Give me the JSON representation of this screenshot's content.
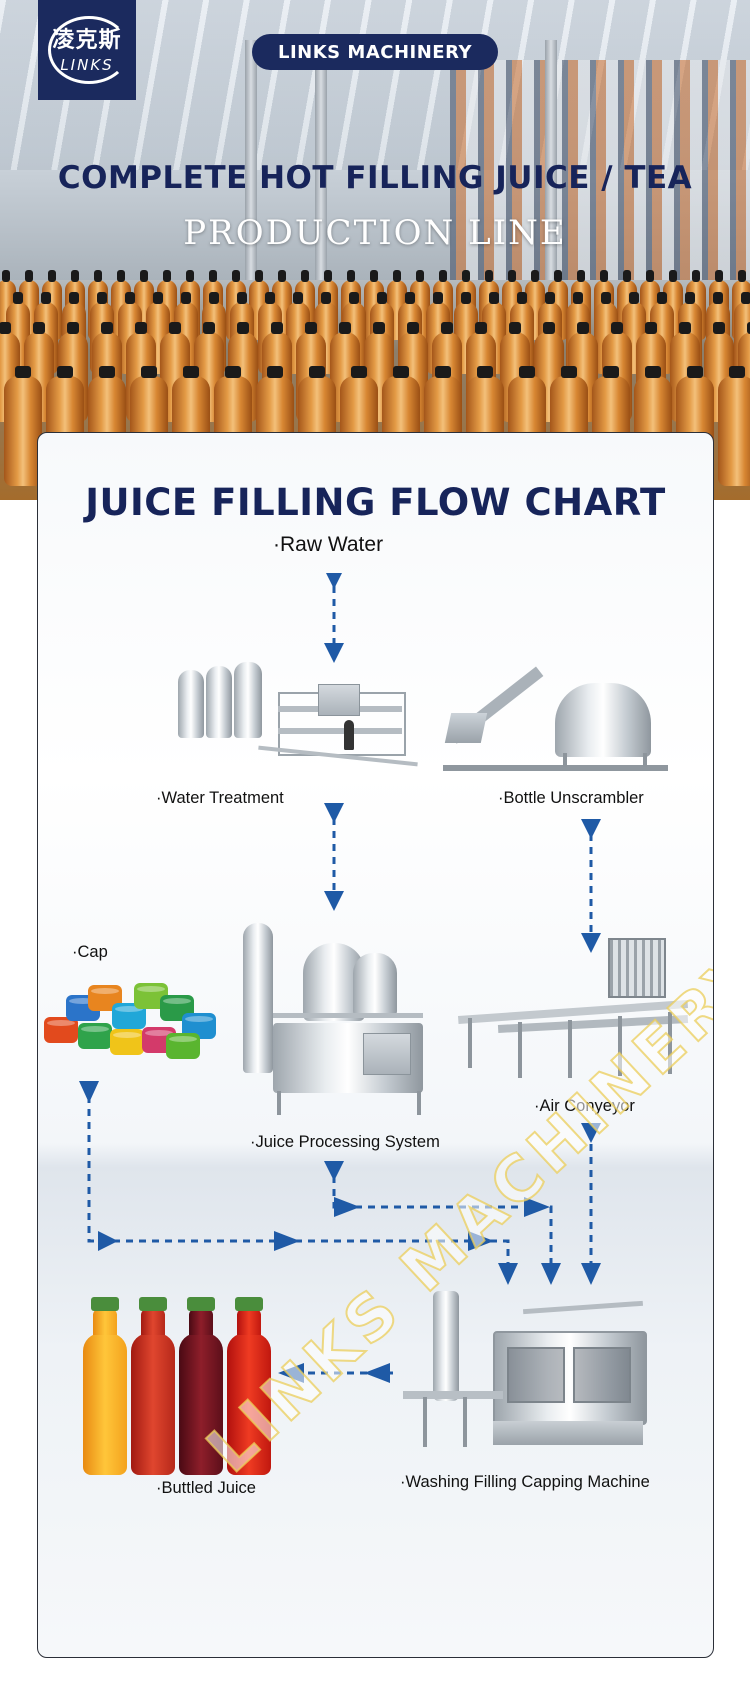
{
  "brand": {
    "logo_cn": "凌克斯",
    "logo_en": "LINKS",
    "pill_label": "LINKS MACHINERY"
  },
  "hero": {
    "title": "COMPLETE HOT FILLING JUICE / TEA",
    "subtitle": "PRODUCTION LINE"
  },
  "flow_chart": {
    "title": "JUICE FILLING FLOW CHART",
    "watermark": "LINKS MACHINERY",
    "steps": {
      "raw_water": "·Raw Water",
      "water_treatment": "·Water Treatment",
      "bottle_unscrambler": "·Bottle Unscrambler",
      "cap": "·Cap",
      "juice_processing": "·Juice Processing System",
      "air_conveyor": "·Air Conyeyor",
      "washing_filling_capping": "·Washing Filling Capping Machine",
      "bottled_juice": "·Buttled Juice"
    }
  },
  "colors": {
    "navy": "#1b2a5e",
    "arrow_blue": "#1f5aa6",
    "watermark_gold": "#ebcd5a"
  }
}
